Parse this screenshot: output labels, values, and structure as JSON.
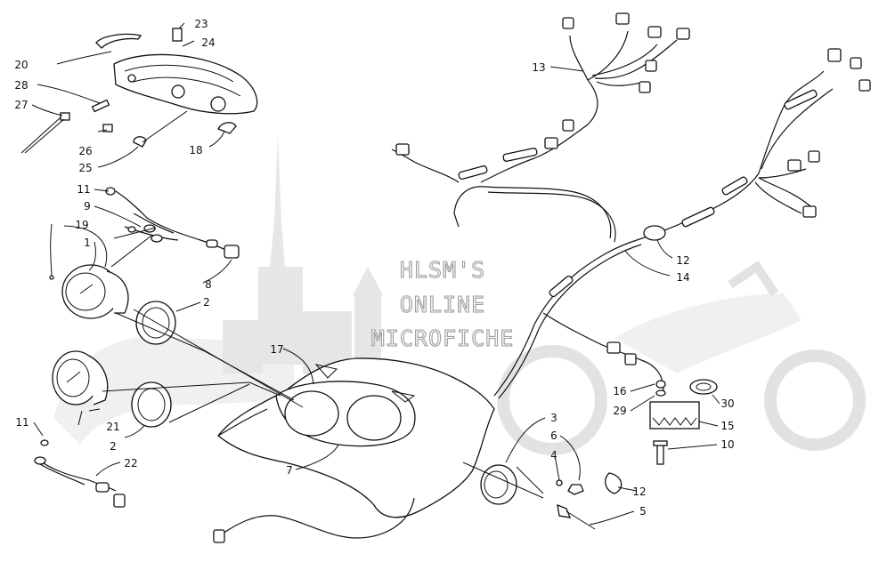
{
  "watermark": {
    "line1": "HLSM'S",
    "line2": "ONLINE",
    "line3": "MICROFICHE"
  },
  "callouts": [
    {
      "id": "c23",
      "text": "23"
    },
    {
      "id": "c24",
      "text": "24"
    },
    {
      "id": "c20",
      "text": "20"
    },
    {
      "id": "c28",
      "text": "28"
    },
    {
      "id": "c27",
      "text": "27"
    },
    {
      "id": "c26",
      "text": "26"
    },
    {
      "id": "c25",
      "text": "25"
    },
    {
      "id": "c18",
      "text": "18"
    },
    {
      "id": "c11a",
      "text": "11"
    },
    {
      "id": "c9",
      "text": "9"
    },
    {
      "id": "c19",
      "text": "19"
    },
    {
      "id": "c1",
      "text": "1"
    },
    {
      "id": "c8",
      "text": "8"
    },
    {
      "id": "c2a",
      "text": "2"
    },
    {
      "id": "c13",
      "text": "13"
    },
    {
      "id": "c12a",
      "text": "12"
    },
    {
      "id": "c14",
      "text": "14"
    },
    {
      "id": "c17",
      "text": "17"
    },
    {
      "id": "c21",
      "text": "21"
    },
    {
      "id": "c2b",
      "text": "2"
    },
    {
      "id": "c11b",
      "text": "11"
    },
    {
      "id": "c22",
      "text": "22"
    },
    {
      "id": "c7",
      "text": "7"
    },
    {
      "id": "c3",
      "text": "3"
    },
    {
      "id": "c6",
      "text": "6"
    },
    {
      "id": "c4",
      "text": "4"
    },
    {
      "id": "c12b",
      "text": "12"
    },
    {
      "id": "c5",
      "text": "5"
    },
    {
      "id": "c16",
      "text": "16"
    },
    {
      "id": "c29",
      "text": "29"
    },
    {
      "id": "c30",
      "text": "30"
    },
    {
      "id": "c15",
      "text": "15"
    },
    {
      "id": "c10",
      "text": "10"
    }
  ]
}
